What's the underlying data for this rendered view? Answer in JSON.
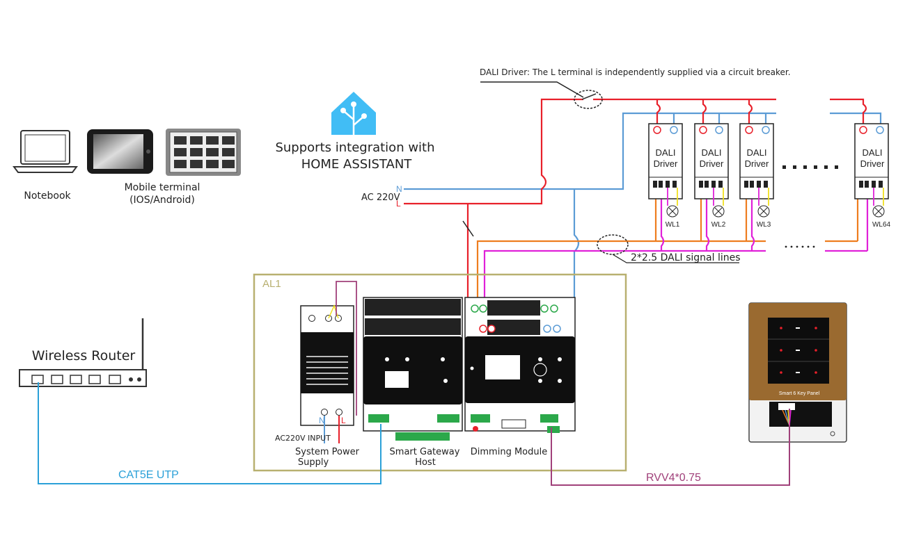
{
  "devices": {
    "notebook": "Notebook",
    "mobile_line1": "Mobile terminal",
    "mobile_line2": "(IOS/Android)",
    "router": "Wireless Router"
  },
  "home_assistant": {
    "line1": "Supports integration with",
    "line2": "HOME ASSISTANT"
  },
  "mains": {
    "label": "AC 220V",
    "n": "N",
    "l": "L",
    "note": "DALI Driver: The L terminal is independently supplied via a circuit breaker."
  },
  "drivers": [
    {
      "line1": "DALI",
      "line2": "Driver",
      "lamp": "WL1"
    },
    {
      "line1": "DALI",
      "line2": "Driver",
      "lamp": "WL2"
    },
    {
      "line1": "DALI",
      "line2": "Driver",
      "lamp": "WL3"
    },
    {
      "line1": "DALI",
      "line2": "Driver",
      "lamp": "WL64"
    }
  ],
  "dali_signal_label": "2*2.5 DALI signal lines",
  "enclosure_label": "AL1",
  "modules": {
    "psu_line1": "System Power",
    "psu_line2": "Supply",
    "psu_input": "AC220V INPUT",
    "psu_n": "N",
    "psu_l": "L",
    "gateway_line1": "Smart Gateway",
    "gateway_line2": "Host",
    "dimming": "Dimming Module"
  },
  "panel": {
    "label": "Smart 6 Key Panel"
  },
  "cables": {
    "cat5e": "CAT5E UTP",
    "rvv": "RVV4*0.75"
  },
  "colors": {
    "live": "#e8202a",
    "neutral": "#5b9bd5",
    "dali_orange": "#ee7d1f",
    "dali_magenta": "#e020d8",
    "enclosure": "#b8b070",
    "cat5e": "#2aa0d8",
    "rvv": "#a0407a",
    "ha_blue": "#41bdf5",
    "panel_frame": "#9a6a30"
  }
}
